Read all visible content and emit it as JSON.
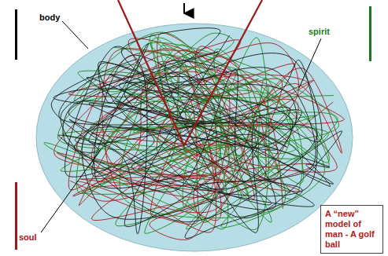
{
  "diagram": {
    "nodes": [
      {
        "text": [
          "A “new” model of man - A golf ball"
        ]
      }
    ],
    "labels": [
      "body",
      "spirit",
      "soul"
    ]
  }
}
